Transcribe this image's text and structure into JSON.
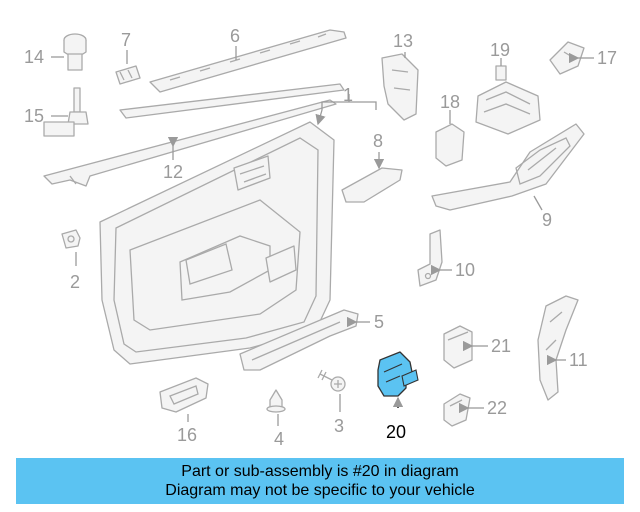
{
  "callouts": {
    "c1": "1",
    "c2": "2",
    "c3": "3",
    "c4": "4",
    "c5": "5",
    "c6": "6",
    "c7": "7",
    "c8": "8",
    "c9": "9",
    "c10": "10",
    "c11": "11",
    "c12": "12",
    "c13": "13",
    "c14": "14",
    "c15": "15",
    "c16": "16",
    "c17": "17",
    "c18": "18",
    "c19": "19",
    "c20": "20",
    "c21": "21",
    "c22": "22"
  },
  "highlight": {
    "part": "20",
    "color": "#5bc3f2"
  },
  "banner": {
    "line1": "Part or sub-assembly is #20 in diagram",
    "line2": "Diagram may not be specific to your vehicle",
    "background": "#5bc3f2"
  }
}
